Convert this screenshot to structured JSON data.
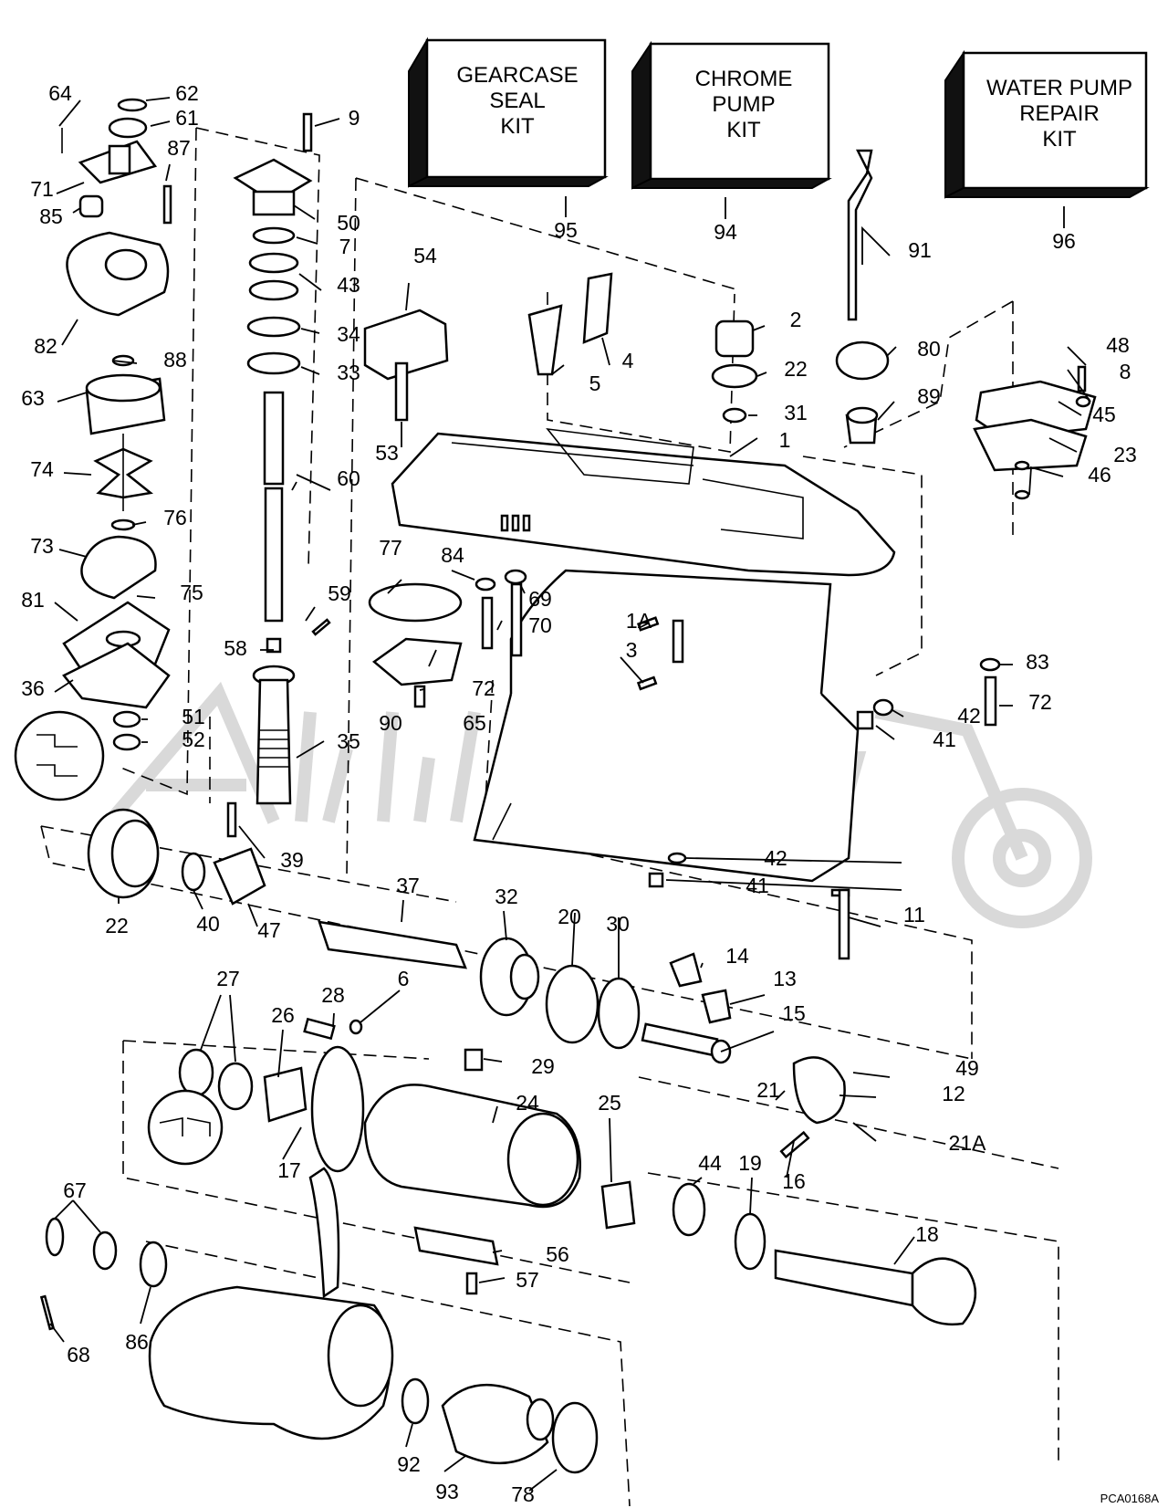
{
  "kits": [
    {
      "id": "kit-gearcase-seal",
      "lines": [
        "GEARCASE",
        "SEAL",
        "KIT"
      ],
      "number": "95"
    },
    {
      "id": "kit-chrome-pump",
      "lines": [
        "CHROME",
        "PUMP",
        "KIT"
      ],
      "number": "94"
    },
    {
      "id": "kit-water-pump-repair",
      "lines": [
        "WATER PUMP",
        "REPAIR",
        "KIT"
      ],
      "number": "96"
    }
  ],
  "part_labels": [
    "64",
    "62",
    "61",
    "9",
    "87",
    "71",
    "85",
    "50",
    "7",
    "43",
    "34",
    "33",
    "82",
    "88",
    "63",
    "74",
    "76",
    "73",
    "75",
    "81",
    "36",
    "51",
    "52",
    "60",
    "59",
    "58",
    "35",
    "39",
    "54",
    "53",
    "2",
    "4",
    "5",
    "22",
    "31",
    "80",
    "89",
    "91",
    "48",
    "8",
    "45",
    "23",
    "46",
    "1",
    "77",
    "84",
    "69",
    "70",
    "90",
    "72",
    "65",
    "1A",
    "3",
    "83",
    "72",
    "42",
    "41",
    "42",
    "41",
    "22",
    "40",
    "47",
    "37",
    "32",
    "20",
    "30",
    "11",
    "14",
    "13",
    "15",
    "28",
    "6",
    "27",
    "26",
    "29",
    "49",
    "12",
    "21",
    "24",
    "17",
    "25",
    "44",
    "19",
    "16",
    "21A",
    "67",
    "56",
    "57",
    "18",
    "68",
    "86",
    "92",
    "93",
    "78"
  ],
  "footer_code": "PCA0168A"
}
